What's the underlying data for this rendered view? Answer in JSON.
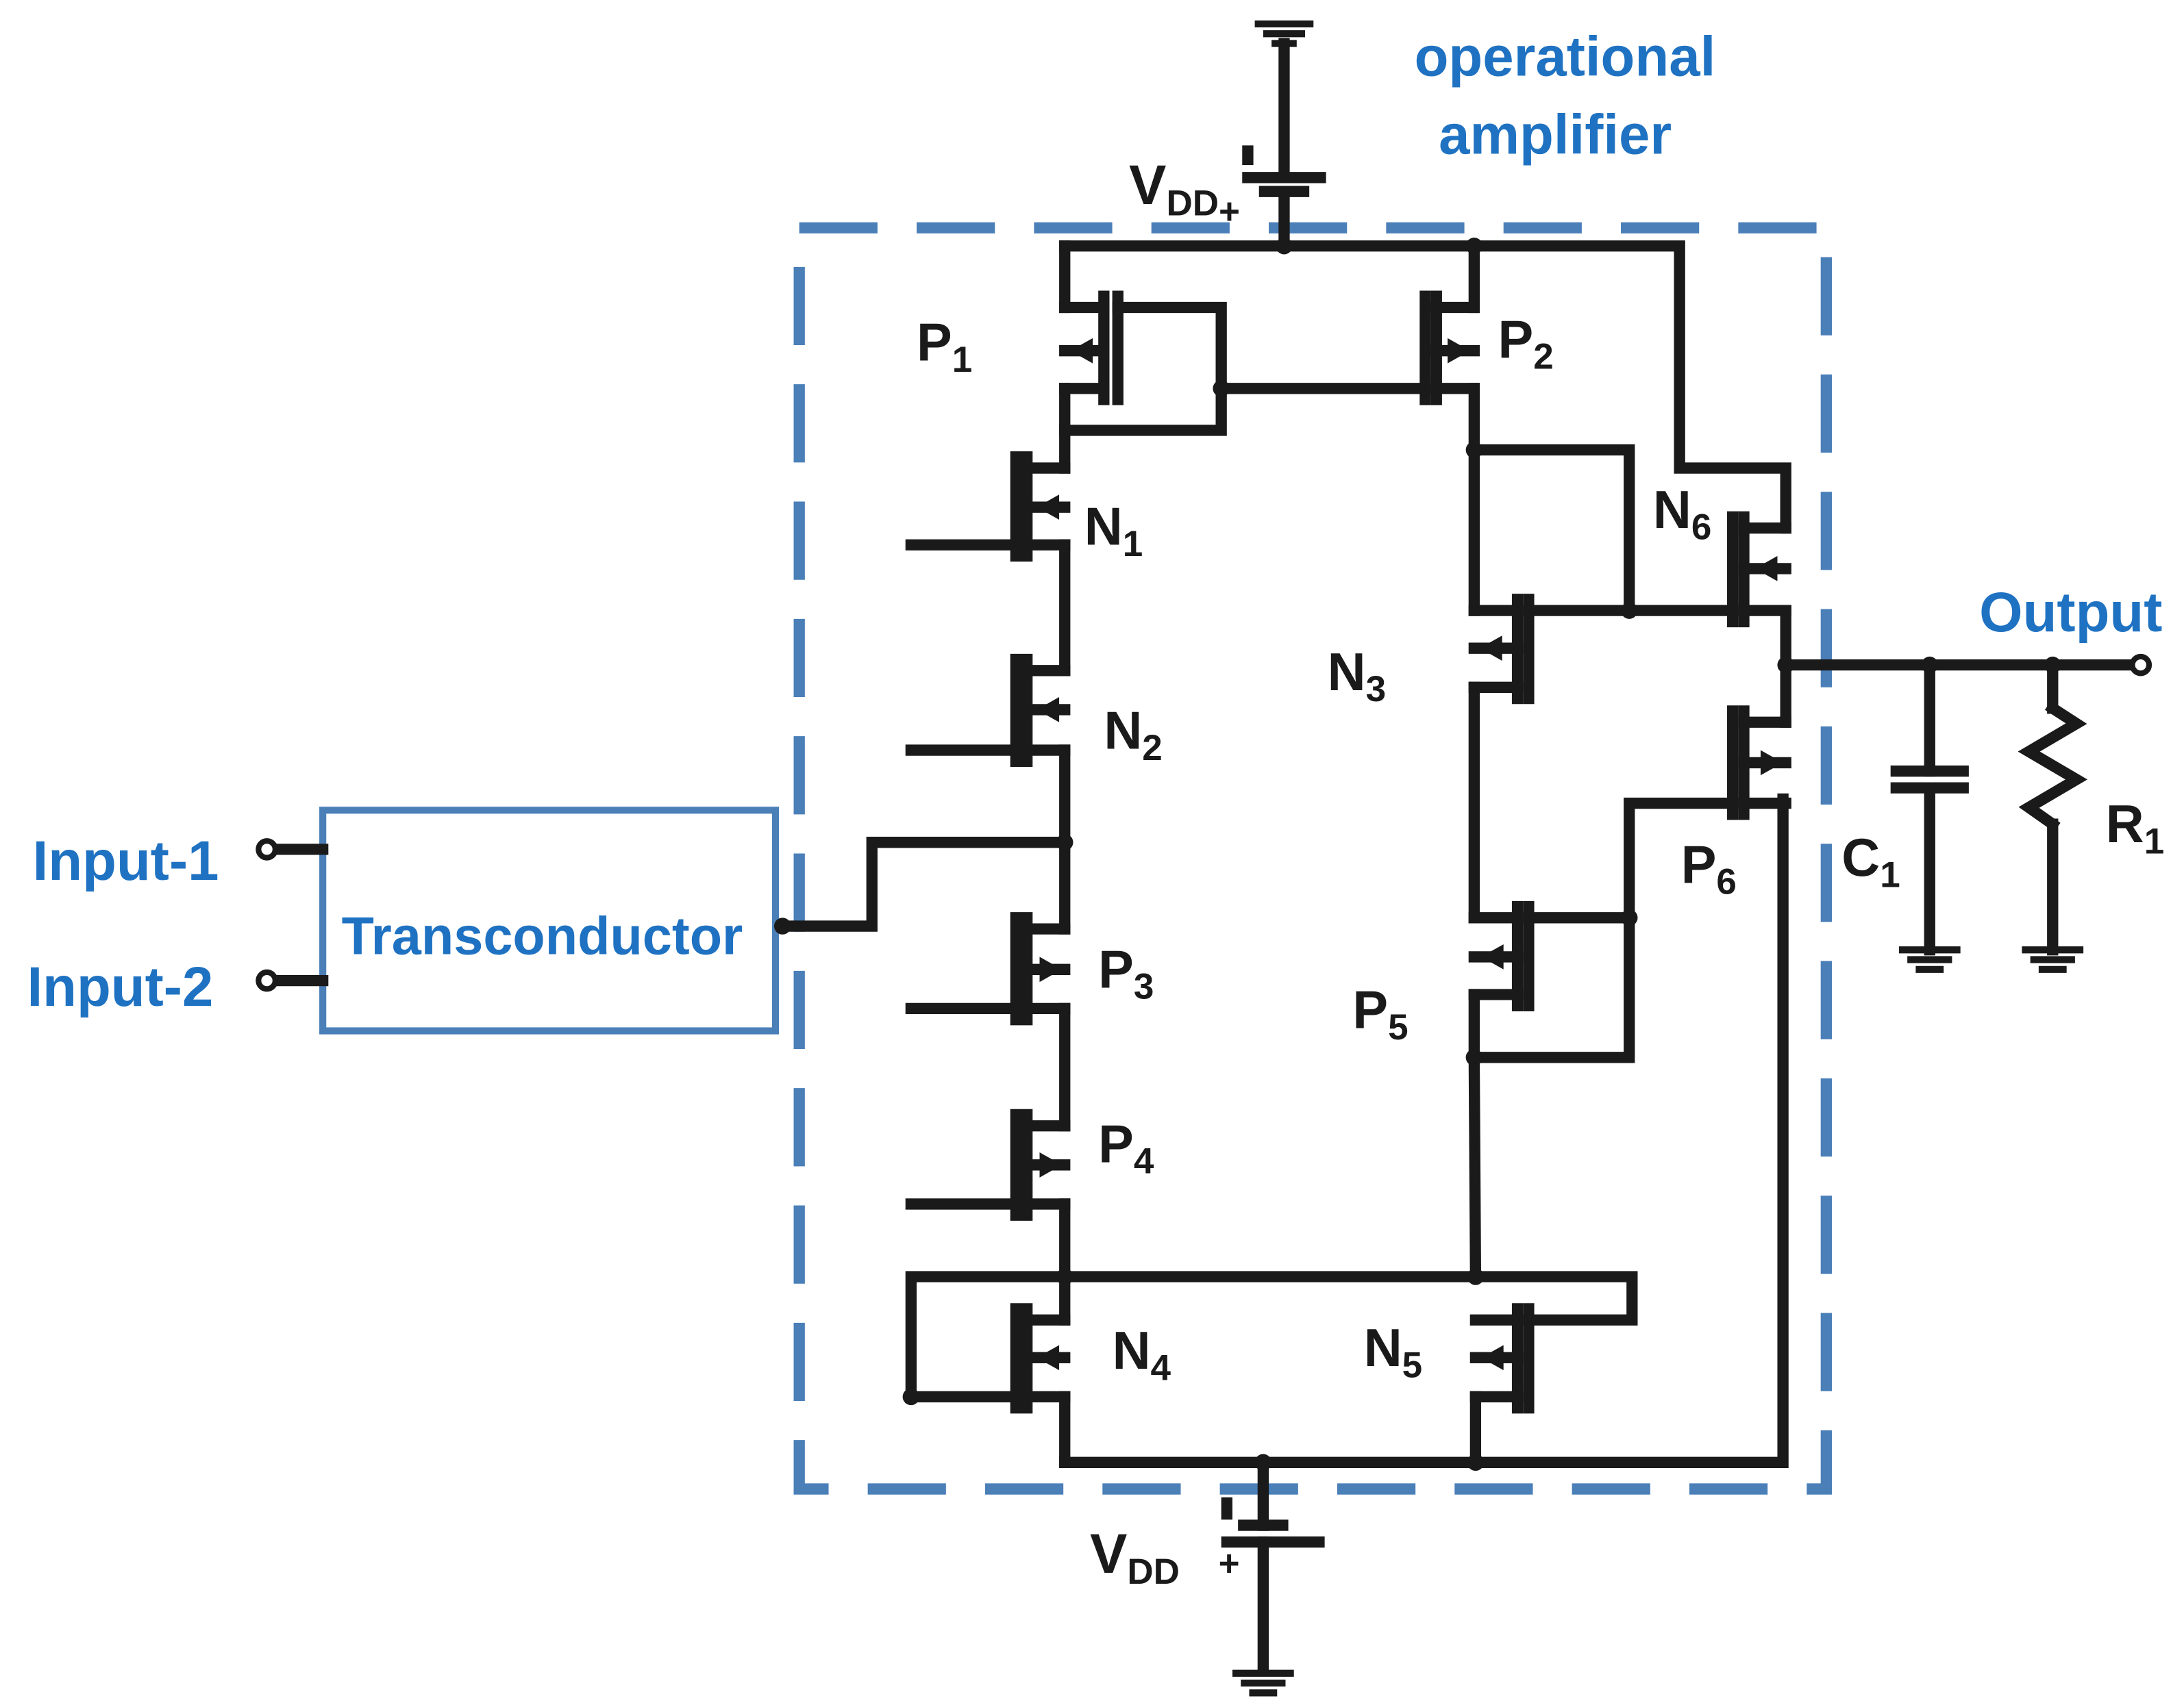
{
  "colors": {
    "accent": "#1f72c2",
    "box": "#4a7fb8",
    "wire": "#1a1a1a"
  },
  "title": {
    "line1": "operational",
    "line2": "amplifier"
  },
  "vdd_top": {
    "main": "V",
    "sub": "DD",
    "sign": "+"
  },
  "vdd_bottom": {
    "main": "V",
    "sub": "DD",
    "sign": "+"
  },
  "transconductor": "Transconductor",
  "inputs": [
    "Input-1",
    "Input-2"
  ],
  "output": "Output",
  "transistors": {
    "P1": {
      "main": "P",
      "sub": "1"
    },
    "P2": {
      "main": "P",
      "sub": "2"
    },
    "N1": {
      "main": "N",
      "sub": "1"
    },
    "N2": {
      "main": "N",
      "sub": "2"
    },
    "N3": {
      "main": "N",
      "sub": "3"
    },
    "N6": {
      "main": "N",
      "sub": "6"
    },
    "P3": {
      "main": "P",
      "sub": "3"
    },
    "P4": {
      "main": "P",
      "sub": "4"
    },
    "P5": {
      "main": "P",
      "sub": "5"
    },
    "P6": {
      "main": "P",
      "sub": "6"
    },
    "N4": {
      "main": "N",
      "sub": "4"
    },
    "N5": {
      "main": "N",
      "sub": "5"
    }
  },
  "passives": {
    "C1": {
      "main": "C",
      "sub": "1"
    },
    "R1": {
      "main": "R",
      "sub": "1"
    }
  }
}
